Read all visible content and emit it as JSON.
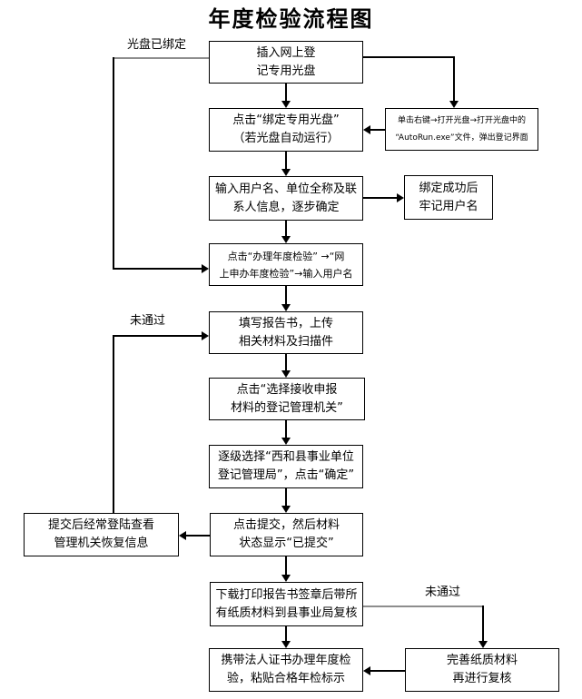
{
  "title": "年度检验流程图",
  "labels": {
    "disc_bound": "光盘已绑定",
    "not_passed_left": "未通过",
    "not_passed_right": "未通过"
  },
  "nodes": {
    "insert_disc": {
      "line1": "插入网上登",
      "line2": "记专用光盘"
    },
    "click_bind_disc": {
      "line1": "点击“绑定专用光盘”",
      "line2": "（若光盘自动运行）"
    },
    "autorun": {
      "line1": "单击右键→打开光盘→打开光盘中的",
      "line2": "“AutoRun.exe”文件，弹出登记界面"
    },
    "enter_userinfo": {
      "line1": "输入用户名、单位全称及联",
      "line2": "系人信息，逐步确定"
    },
    "bind_success": {
      "line1": "绑定成功后",
      "line2": "牢记用户名"
    },
    "click_annual": {
      "line1": "点击“办理年度检验” →“网",
      "line2": "上申办年度检验”→输入用户名"
    },
    "fill_report": {
      "line1": "填写报告书，上传",
      "line2": "相关材料及扫描件"
    },
    "select_authority": {
      "line1": "点击“选择接收申报",
      "line2": "材料的登记管理机关”"
    },
    "select_bureau": {
      "line1": "逐级选择“西和县事业单位",
      "line2": "登记管理局”，点击“确定”"
    },
    "submit": {
      "line1": "点击提交，然后材料",
      "line2": "状态显示“已提交”"
    },
    "check_reply": {
      "line1": "提交后经常登陆查看",
      "line2": "管理机关恢复信息"
    },
    "download_print": {
      "line1": "下载打印报告书签章后带所",
      "line2": "有纸质材料到县事业局复核"
    },
    "bring_cert": {
      "line1": "携带法人证书办理年度检",
      "line2": "验，粘贴合格年检标示"
    },
    "improve_materials": {
      "line1": "完善纸质材料",
      "line2": "再进行复核"
    }
  },
  "colors": {
    "background": "#ffffff",
    "border": "#000000",
    "line": "#000000",
    "gray_line": "#8d8d8d",
    "text": "#000000"
  }
}
